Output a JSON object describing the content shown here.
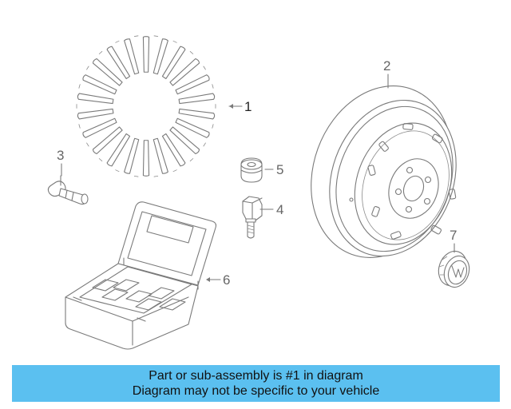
{
  "diagram": {
    "callouts": {
      "c1": "1",
      "c2": "2",
      "c3": "3",
      "c4": "4",
      "c5": "5",
      "c6": "6",
      "c7": "7"
    }
  },
  "banner": {
    "line1": "Part or sub-assembly is #1 in diagram",
    "line2": "Diagram may not be specific to your vehicle",
    "color": "#5bc0f0"
  }
}
